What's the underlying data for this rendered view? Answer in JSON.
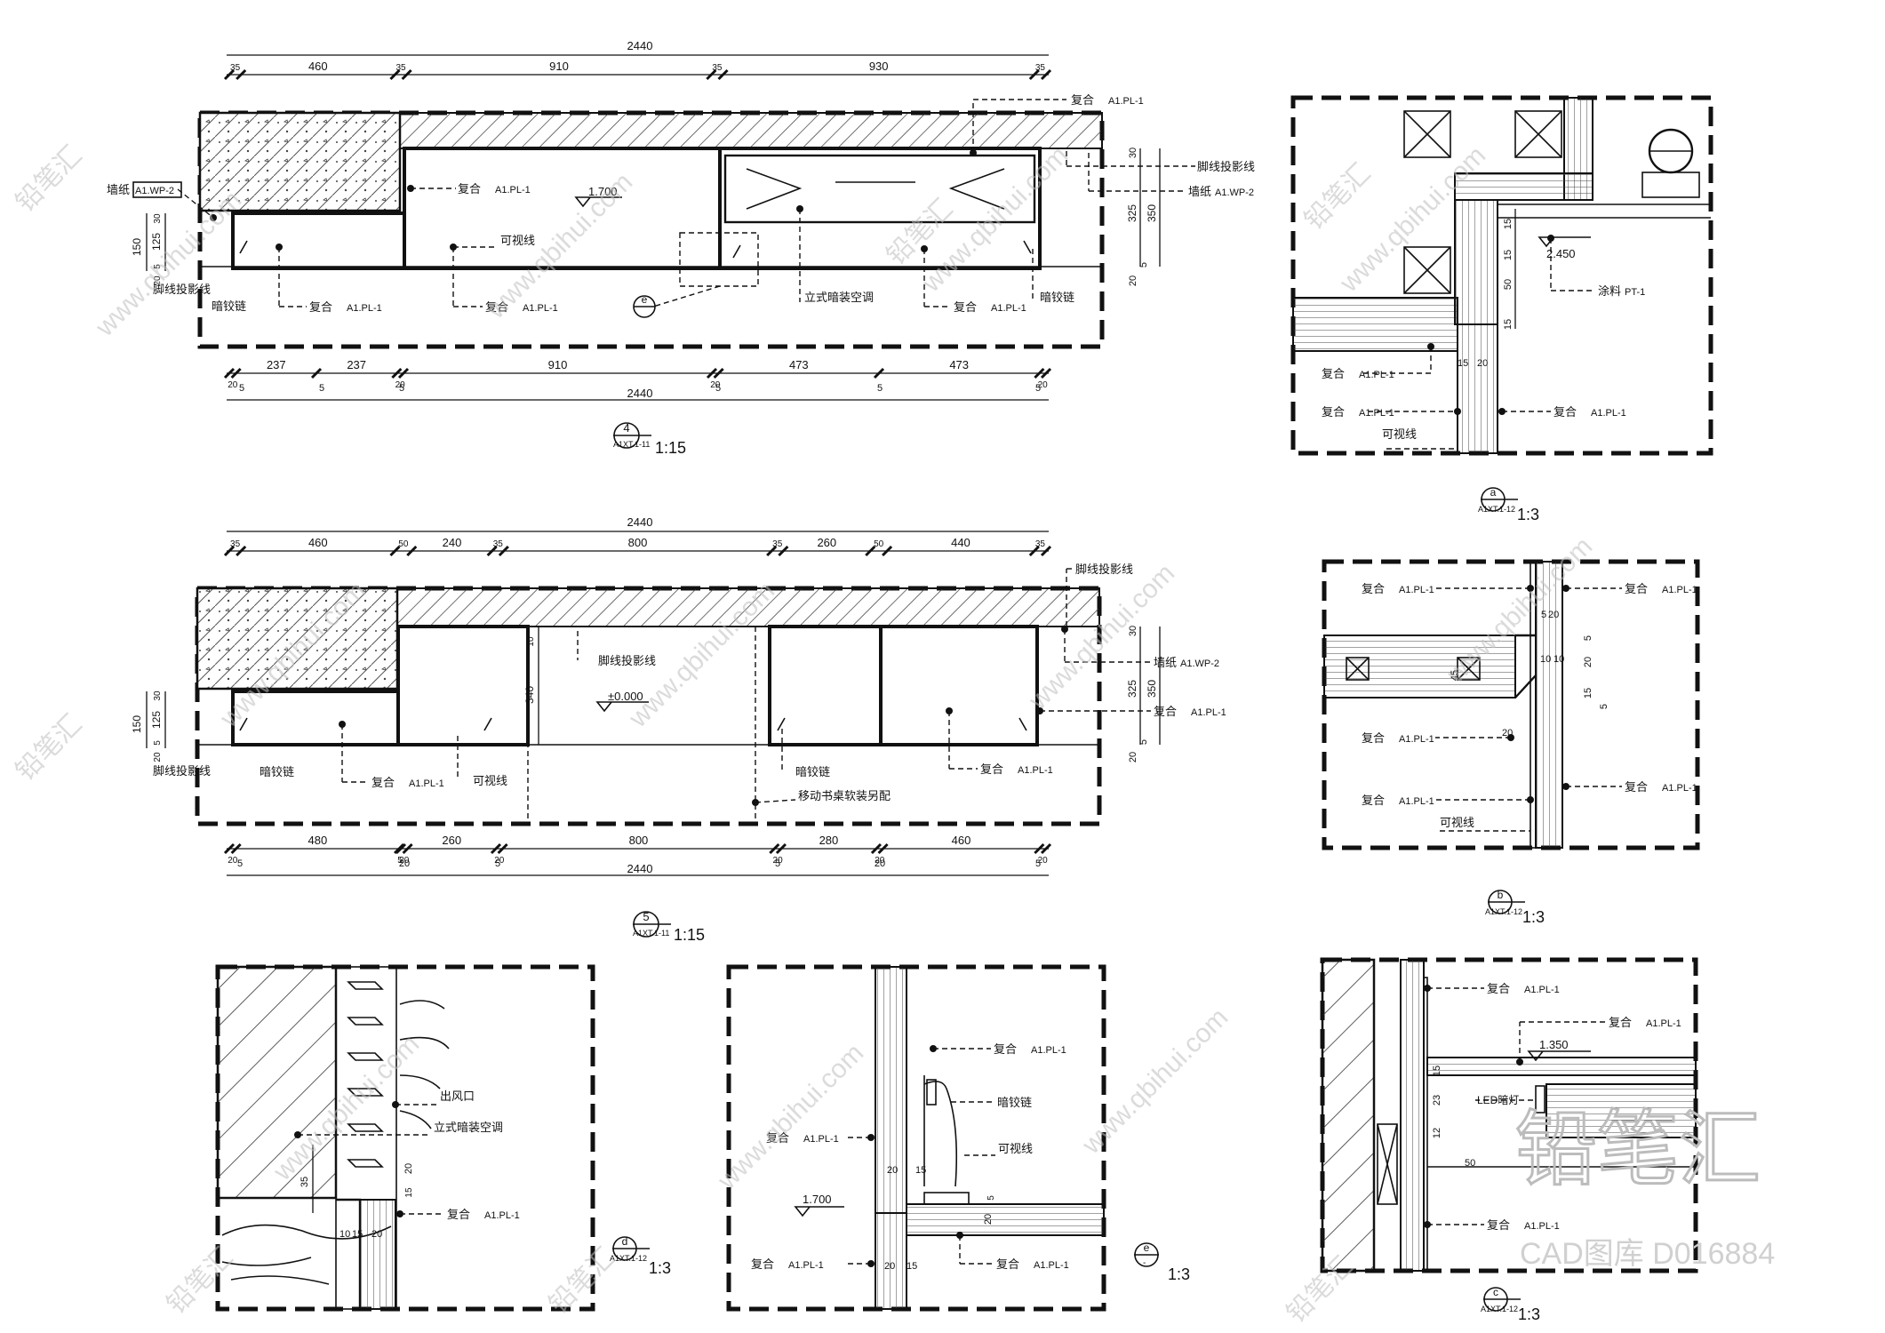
{
  "drawings": {
    "elev4": {
      "top_total": "2440",
      "top_dims": [
        "35",
        "460",
        "35",
        "910",
        "35",
        "930",
        "35"
      ],
      "bottom_dims": [
        "20",
        "237",
        "237",
        "20",
        "910",
        "20",
        "473",
        "473",
        "20"
      ],
      "bottom_small": [
        "5",
        "5",
        "5",
        "5",
        "5",
        "5"
      ],
      "bottom_total": "2440",
      "right_dims": [
        "325",
        "350",
        "20",
        "5",
        "30"
      ],
      "left_dims": [
        "150",
        "125",
        "30",
        "5",
        "20"
      ],
      "level": "1.700",
      "labels": {
        "wall_left": "墙纸",
        "wall_left_code": "A1.WP-2",
        "composite_top": "复合",
        "composite_top_code": "A1.PL-1",
        "skirting": "脚线投影线",
        "wall_right": "墙纸",
        "wall_right_code": "A1.WP-2",
        "composite_mid": "复合",
        "composite_mid_code": "A1.PL-1",
        "sightline": "可视线",
        "skirting_left": "脚线投影线",
        "hinge_left": "暗铰链",
        "composite_b1": "复合",
        "composite_b1_code": "A1.PL-1",
        "composite_b2": "复合",
        "composite_b2_code": "A1.PL-1",
        "ac": "立式暗装空调",
        "composite_b3": "复合",
        "composite_b3_code": "A1.PL-1",
        "hinge_right": "暗铰链",
        "callout": "e"
      },
      "tag_num": "4",
      "tag_ref": "A1XT.1-11",
      "scale": "1:15"
    },
    "elev5": {
      "top_total": "2440",
      "top_dims": [
        "35",
        "460",
        "50",
        "240",
        "35",
        "800",
        "35",
        "260",
        "50",
        "440",
        "35"
      ],
      "bottom_dims": [
        "20",
        "480",
        "5",
        "20",
        "260",
        "20",
        "800",
        "20",
        "280",
        "20",
        "460",
        "20"
      ],
      "bottom_small": [
        "5",
        "20",
        "5",
        "5",
        "20",
        "5"
      ],
      "bottom_total": "2440",
      "right_dims": [
        "30",
        "325",
        "350",
        "20",
        "5"
      ],
      "left_dims": [
        "150",
        "125",
        "30",
        "5",
        "20"
      ],
      "inner_dims": [
        "10",
        "340"
      ],
      "level": "±0.000",
      "labels": {
        "skirting_top": "脚线投影线",
        "skirting_mid": "脚线投影线",
        "wall_right": "墙纸",
        "wall_right_code": "A1.WP-2",
        "composite_right": "复合",
        "composite_right_code": "A1.PL-1",
        "skirting_left": "脚线投影线",
        "hinge_left": "暗铰链",
        "composite_b1": "复合",
        "composite_b1_code": "A1.PL-1",
        "sightline": "可视线",
        "hinge_mid": "暗铰链",
        "desk": "移动书桌软装另配",
        "composite_b2": "复合",
        "composite_b2_code": "A1.PL-1"
      },
      "tag_num": "5",
      "tag_ref": "A1XT.1-11",
      "scale": "1:15"
    },
    "detail_a": {
      "level": "2.450",
      "dims": [
        "15",
        "15",
        "50",
        "15",
        "15",
        "20"
      ],
      "labels": {
        "paint": "涂料",
        "paint_code": "PT-1",
        "c1": "复合",
        "c1_code": "A1.PL-1",
        "c2": "复合",
        "c2_code": "A1.PL-1",
        "c3": "复合",
        "c3_code": "A1.PL-1",
        "sightline": "可视线"
      },
      "tag_num": "a",
      "tag_ref": "A1XT.1-12",
      "scale": "1:3"
    },
    "detail_b": {
      "dims": [
        "5",
        "20",
        "10",
        "10",
        "20",
        "5",
        "45",
        "15",
        "5",
        "20"
      ],
      "labels": {
        "c1": "复合",
        "c1_code": "A1.PL-1",
        "c2": "复合",
        "c2_code": "A1.PL-1",
        "c3": "复合",
        "c3_code": "A1.PL-1",
        "c4": "复合",
        "c4_code": "A1.PL-1",
        "c5": "复合",
        "c5_code": "A1.PL-1",
        "sightline": "可视线"
      },
      "tag_num": "b",
      "tag_ref": "A1XT.1-12",
      "scale": "1:3"
    },
    "detail_c": {
      "level": "1.350",
      "dims": [
        "15",
        "23",
        "12",
        "50"
      ],
      "labels": {
        "c1": "复合",
        "c1_code": "A1.PL-1",
        "c2": "复合",
        "c2_code": "A1.PL-1",
        "led": "LED暗灯",
        "c3": "复合",
        "c3_code": "A1.PL-1"
      },
      "tag_num": "c",
      "tag_ref": "A1XT.1-12",
      "scale": "1:3"
    },
    "detail_d": {
      "dims": [
        "35",
        "20",
        "15",
        "10",
        "15",
        "20"
      ],
      "labels": {
        "vent": "出风口",
        "ac": "立式暗装空调",
        "c1": "复合",
        "c1_code": "A1.PL-1"
      },
      "tag_num": "d",
      "tag_ref": "A1XT.1-12",
      "scale": "1:3"
    },
    "detail_e": {
      "level": "1.700",
      "dims": [
        "20",
        "15",
        "20",
        "5",
        "20",
        "15"
      ],
      "labels": {
        "c1": "复合",
        "c1_code": "A1.PL-1",
        "hinge": "暗铰链",
        "c2": "复合",
        "c2_code": "A1.PL-1",
        "sightline": "可视线",
        "c3": "复合",
        "c3_code": "A1.PL-1",
        "c4": "复合",
        "c4_code": "A1.PL-1"
      },
      "tag_num": "e",
      "tag_ref": "-",
      "scale": "1:3"
    }
  },
  "watermark": {
    "url": "www.qbihui.com",
    "brand": "铅笔汇",
    "logo": "铅笔汇",
    "logo_sub": "CAD图库 D016884"
  }
}
